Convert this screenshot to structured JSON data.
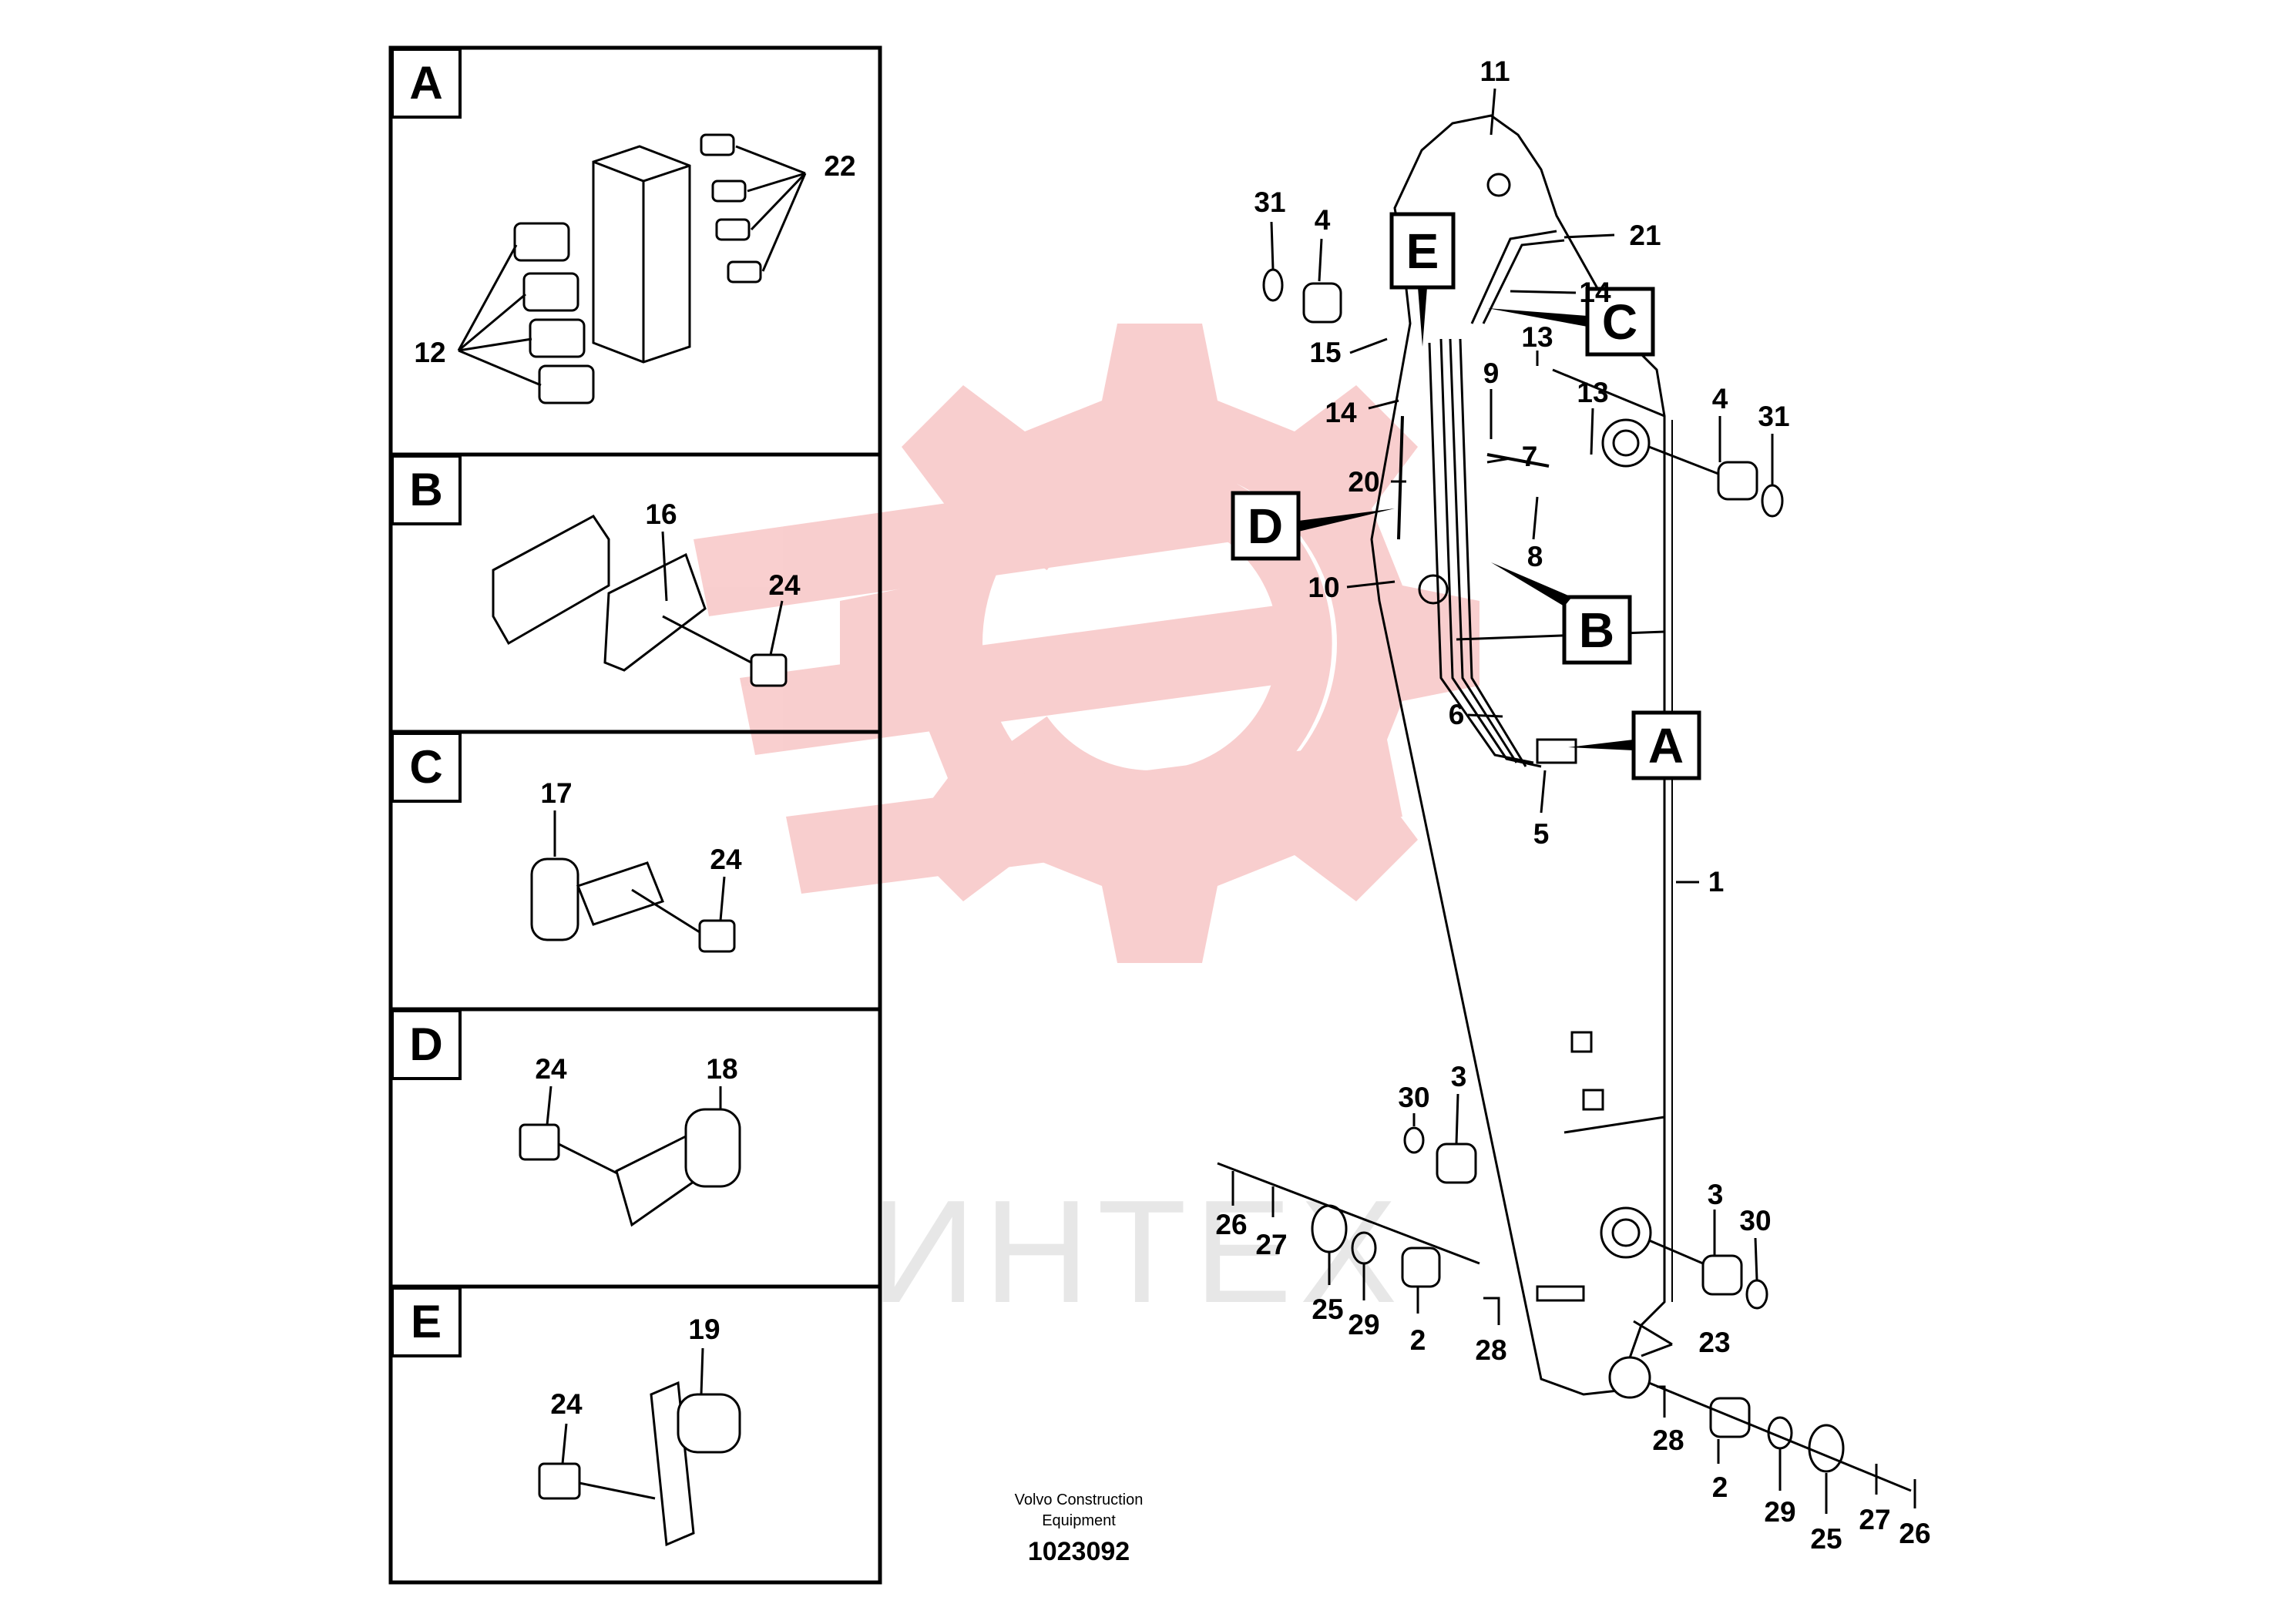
{
  "watermark": {
    "text": "ИНТЕХ",
    "color": "#f4a7a7"
  },
  "footer": {
    "line1": "Volvo Construction",
    "line2": "Equipment",
    "number": "1023092"
  },
  "detail_panels": [
    {
      "letter": "A",
      "labels": [
        "22",
        "12"
      ]
    },
    {
      "letter": "B",
      "labels": [
        "16",
        "24"
      ]
    },
    {
      "letter": "C",
      "labels": [
        "17",
        "24"
      ]
    },
    {
      "letter": "D",
      "labels": [
        "24",
        "18"
      ]
    },
    {
      "letter": "E",
      "labels": [
        "19",
        "24"
      ]
    }
  ],
  "view_markers": [
    "E",
    "C",
    "D",
    "B",
    "A"
  ],
  "callouts": [
    "11",
    "31",
    "4",
    "21",
    "14",
    "15",
    "13",
    "9",
    "13",
    "4",
    "31",
    "14",
    "20",
    "7",
    "8",
    "10",
    "6",
    "5",
    "1",
    "30",
    "3",
    "3",
    "30",
    "26",
    "27",
    "25",
    "29",
    "2",
    "28",
    "23",
    "28",
    "2",
    "29",
    "27",
    "26",
    "25"
  ]
}
